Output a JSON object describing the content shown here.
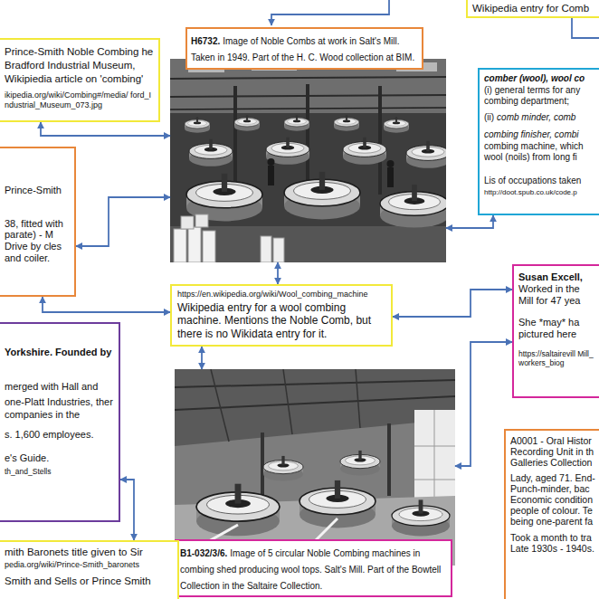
{
  "diagram": {
    "nodes": [
      {
        "text": [
          "Prince-Smith Noble Combing he Bradford Industrial Museum, Wikipiedia article on 'combing'",
          "ikipedia.org/wiki/Combing#/media/ ford_Industrial_Museum_073.jpg"
        ]
      },
      {
        "text": [
          "H6732.",
          "Image of Noble Combs at work in Salt's Mill. Taken in 1949. Part of the H. C. Wood collection at BIM."
        ]
      },
      {
        "text": [
          "Wikipedia entry for Comb"
        ]
      },
      {
        "text": [
          "comber (wool), wool co",
          "(i) general terms for any combing department;",
          "(ii)",
          "comb minder, comb combing finisher, combi",
          "combing machine, which wool (noils) from long fi",
          "Lis of occupations taken",
          "http://doot.spub.co.uk/code.p"
        ]
      },
      {
        "text": [
          "Prince-Smith",
          "38, fitted with parate) - M Drive by cles and coiler."
        ]
      },
      {
        "text": [
          "https://en.wikipedia.org/wiki/Wool_combing_machine",
          "Wikipedia entry for a wool combing machine. Mentions the Noble Comb, but there is no Wikidata entry for it."
        ]
      },
      {
        "text": [
          "Susan Excell,",
          "Worked in the Mill for 47 yea",
          "She *may* ha pictured here",
          "https://saltairevill Mill_workers_biog"
        ]
      },
      {
        "text": [
          "Yorkshire. Founded by",
          "merged with Hall and",
          "one-Platt Industries, ther companies in the",
          "s. 1,600 employees.",
          "e's Guide.",
          "th_and_Stells"
        ]
      },
      {
        "text": [
          "B1-032/3/6.",
          "Image of 5 circular Noble Combing machines in combing shed producing wool tops. Salt's Mill. Part of the Bowtell Collection in the Saltaire Collection."
        ]
      },
      {
        "text": [
          "A0001 - Oral Histor Recording Unit in th Galleries Collection",
          "Lady, aged 71. End- Punch-minder, bac Economic condition people of colour. Te being one-parent fa",
          "Took a month to tra Late 1930s - 1940s."
        ]
      },
      {
        "text": [
          "mith Baronets title given to Sir",
          "pedia.org/wiki/Prince-Smith_baronets",
          "Smith and Sells or Prince Smith"
        ]
      }
    ],
    "edges": [
      {
        "from": 0,
        "to": 1,
        "arrow": "both"
      },
      {
        "from": 4,
        "to": 1,
        "arrow": "both"
      },
      {
        "from": 1,
        "to": 5,
        "arrow": "both"
      },
      {
        "from": 5,
        "to": 8,
        "arrow": "both"
      },
      {
        "from": 4,
        "to": 5,
        "arrow": "both"
      },
      {
        "from": 1,
        "to": 3,
        "arrow": "both"
      },
      {
        "from": 5,
        "to": 6,
        "arrow": "both"
      },
      {
        "from": 8,
        "to": 6,
        "arrow": "both"
      },
      {
        "from": 7,
        "to": 10,
        "arrow": "both"
      }
    ]
  }
}
